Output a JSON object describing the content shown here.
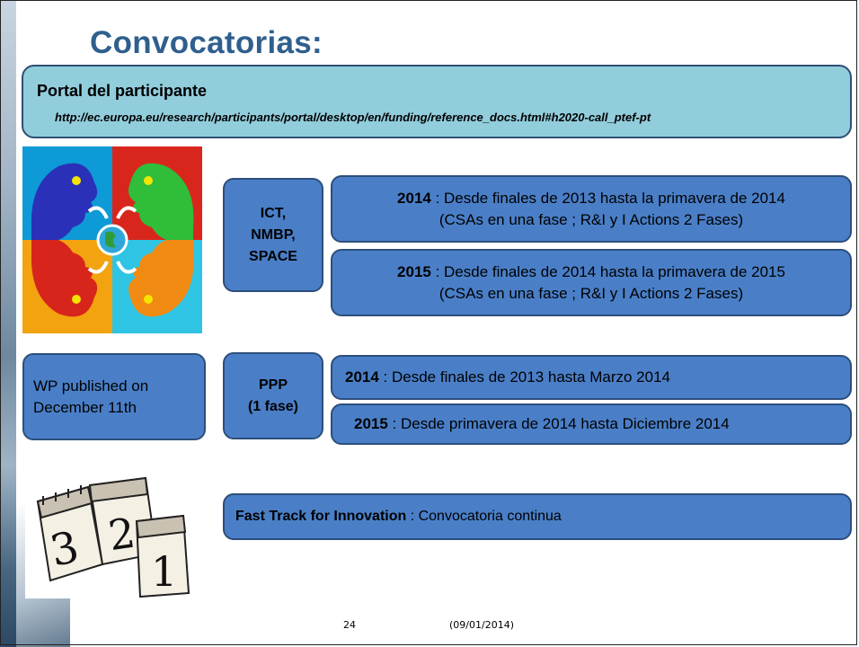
{
  "title": "Convocatorias:",
  "portal": {
    "title": "Portal del participante",
    "url": "http://ec.europa.eu/research/participants/portal/desktop/en/funding/reference_docs.html#h2020-call_ptef-pt"
  },
  "ict_group": {
    "label_lines": [
      "ICT,",
      "NMBP,",
      "SPACE"
    ],
    "year_2014": {
      "year": "2014",
      "text": " : Desde finales de 2013 hasta la primavera de 2014",
      "sub": "(CSAs en una fase ; R&I y I Actions 2 Fases)"
    },
    "year_2015": {
      "year": "2015",
      "text": " : Desde finales de 2014 hasta la primavera de 2015",
      "sub": "(CSAs en una fase ; R&I y I Actions 2 Fases)"
    }
  },
  "wp_note": {
    "lines": [
      "WP published on",
      "December 11th"
    ]
  },
  "ppp_group": {
    "label_lines": [
      "PPP",
      "(1 fase)"
    ],
    "year_2014": {
      "year": "2014",
      "text": " : Desde finales de 2013 hasta Marzo 2014"
    },
    "year_2015": {
      "year": "2015",
      "text": " : Desde primavera de 2014 hasta Diciembre 2014"
    }
  },
  "fast_track": {
    "bold": "Fast Track for Innovation",
    "text": " : Convocatoria continua"
  },
  "footer": {
    "page": "24",
    "date": "(09/01/2014)"
  },
  "colors": {
    "title": "#2f5f8e",
    "portal_bg": "#92cddc",
    "box_bg": "#4a7fc8",
    "box_border": "#2d4e7a"
  }
}
